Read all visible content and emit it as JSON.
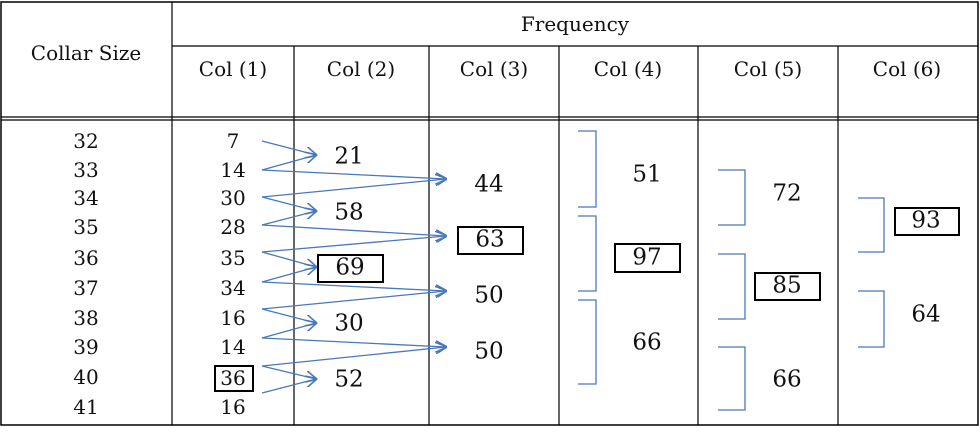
{
  "header": {
    "row_label": "Collar Size",
    "group_label": "Frequency",
    "columns": [
      "Col (1)",
      "Col (2)",
      "Col (3)",
      "Col (4)",
      "Col (5)",
      "Col (6)"
    ]
  },
  "collar_sizes": [
    "32",
    "33",
    "34",
    "35",
    "36",
    "37",
    "38",
    "39",
    "40",
    "41"
  ],
  "col1": [
    "7",
    "14",
    "30",
    "28",
    "35",
    "34",
    "16",
    "14",
    "36",
    "16"
  ],
  "col2": [
    "21",
    "58",
    "69",
    "30",
    "52"
  ],
  "col3": [
    "44",
    "63",
    "50",
    "50"
  ],
  "col4": [
    "51",
    "97",
    "66"
  ],
  "col5": [
    "72",
    "85",
    "66"
  ],
  "col6": [
    "93",
    "64"
  ],
  "highlighted_max": {
    "col1": "36",
    "col2": "69",
    "col3": "63",
    "col4": "97",
    "col5": "85",
    "col6": "93"
  },
  "colors": {
    "arrow": "#4a78b8",
    "grid": "#000000"
  }
}
